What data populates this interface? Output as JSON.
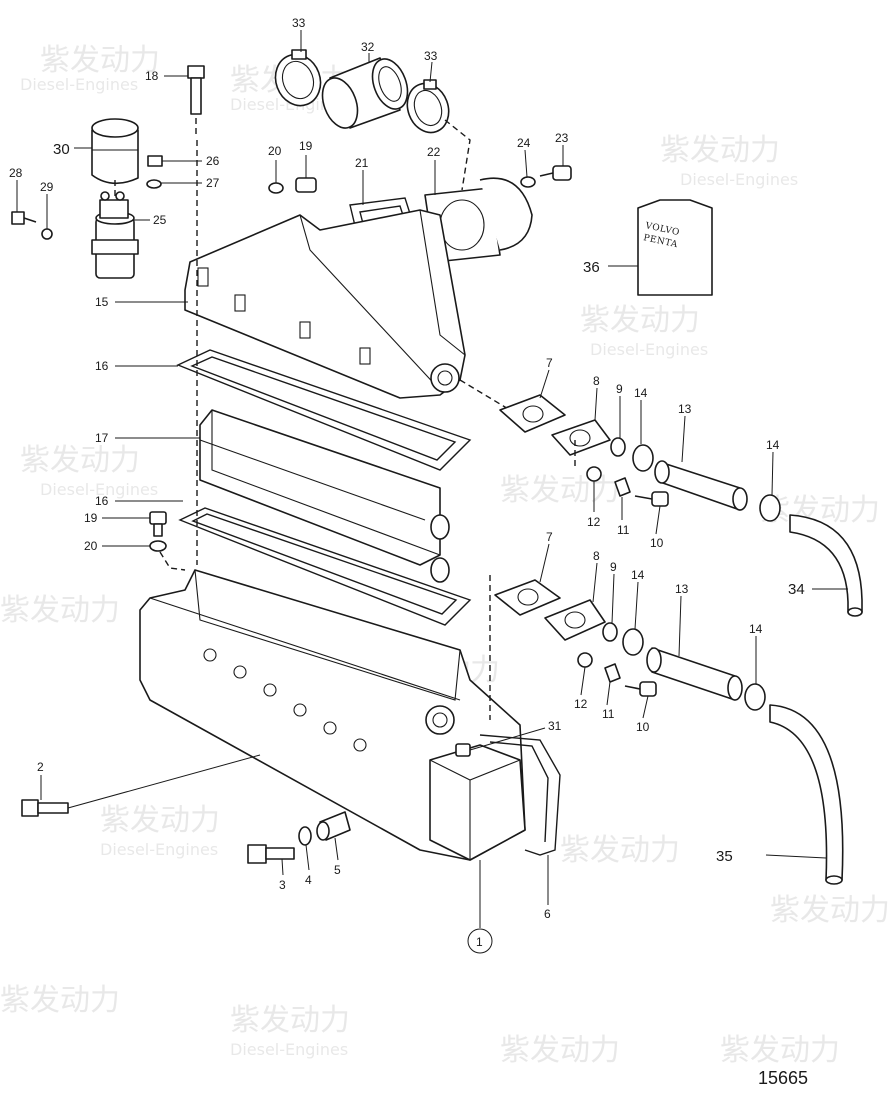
{
  "drawing_number": "15665",
  "watermark": {
    "brand": "紫发动力",
    "sub": "Diesel-Engines"
  },
  "box_text": [
    "VOLVO",
    "PENTA"
  ],
  "callouts": [
    {
      "id": "c33a",
      "text": "33"
    },
    {
      "id": "c32",
      "text": "32"
    },
    {
      "id": "c33b",
      "text": "33"
    },
    {
      "id": "c18",
      "text": "18"
    },
    {
      "id": "c30",
      "text": "30"
    },
    {
      "id": "c26",
      "text": "26"
    },
    {
      "id": "c27",
      "text": "27"
    },
    {
      "id": "c28",
      "text": "28"
    },
    {
      "id": "c29",
      "text": "29"
    },
    {
      "id": "c25",
      "text": "25"
    },
    {
      "id": "c20a",
      "text": "20"
    },
    {
      "id": "c19a",
      "text": "19"
    },
    {
      "id": "c21",
      "text": "21"
    },
    {
      "id": "c22",
      "text": "22"
    },
    {
      "id": "c24",
      "text": "24"
    },
    {
      "id": "c23",
      "text": "23"
    },
    {
      "id": "c36",
      "text": "36"
    },
    {
      "id": "c15",
      "text": "15"
    },
    {
      "id": "c16a",
      "text": "16"
    },
    {
      "id": "c17",
      "text": "17"
    },
    {
      "id": "c16b",
      "text": "16"
    },
    {
      "id": "c19b",
      "text": "19"
    },
    {
      "id": "c20b",
      "text": "20"
    },
    {
      "id": "c7a",
      "text": "7"
    },
    {
      "id": "c8a",
      "text": "8"
    },
    {
      "id": "c9a",
      "text": "9"
    },
    {
      "id": "c14a",
      "text": "14"
    },
    {
      "id": "c13a",
      "text": "13"
    },
    {
      "id": "c14b",
      "text": "14"
    },
    {
      "id": "c12a",
      "text": "12"
    },
    {
      "id": "c11a",
      "text": "11"
    },
    {
      "id": "c10a",
      "text": "10"
    },
    {
      "id": "c34",
      "text": "34"
    },
    {
      "id": "c7b",
      "text": "7"
    },
    {
      "id": "c8b",
      "text": "8"
    },
    {
      "id": "c9b",
      "text": "9"
    },
    {
      "id": "c14c",
      "text": "14"
    },
    {
      "id": "c13b",
      "text": "13"
    },
    {
      "id": "c14d",
      "text": "14"
    },
    {
      "id": "c12b",
      "text": "12"
    },
    {
      "id": "c11b",
      "text": "11"
    },
    {
      "id": "c10b",
      "text": "10"
    },
    {
      "id": "c31",
      "text": "31"
    },
    {
      "id": "c2",
      "text": "2"
    },
    {
      "id": "c3",
      "text": "3"
    },
    {
      "id": "c4",
      "text": "4"
    },
    {
      "id": "c5",
      "text": "5"
    },
    {
      "id": "c6",
      "text": "6"
    },
    {
      "id": "c35",
      "text": "35"
    },
    {
      "id": "c1",
      "text": "1"
    }
  ]
}
